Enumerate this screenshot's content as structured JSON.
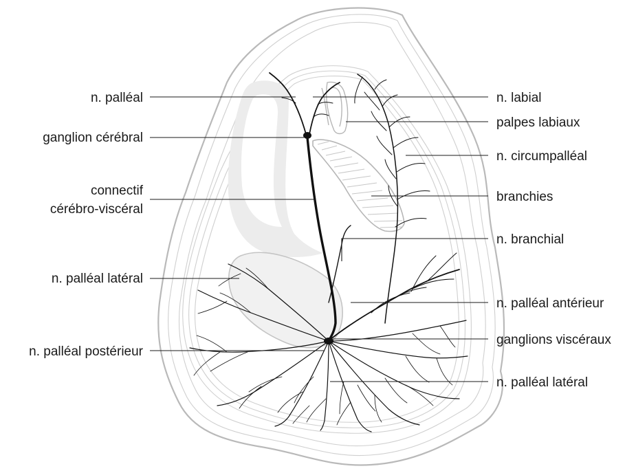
{
  "labels": {
    "left": {
      "n_palleal": "n. palléal",
      "ganglion_cerebral": "ganglion cérébral",
      "connectif_line1": "connectif",
      "connectif_line2": "cérébro-viscéral",
      "n_palleal_lateral": "n. palléal latéral",
      "n_palleal_posterieur": "n. palléal postérieur"
    },
    "right": {
      "n_labial": "n. labial",
      "palpes_labiaux": "palpes labiaux",
      "n_circumpalleal": "n. circumpalléal",
      "branchies": "branchies",
      "n_branchial": "n. branchial",
      "n_palleal_anterieur": "n. palléal antérieur",
      "ganglions_visceraux": "ganglions viscéraux",
      "n_palleal_lateral": "n. palléal latéral"
    }
  },
  "colors": {
    "nerve": "#111111",
    "shell_outline": "#b9b9b9",
    "organ_fill": "#f1f1f1",
    "text": "#1a1a1a"
  }
}
